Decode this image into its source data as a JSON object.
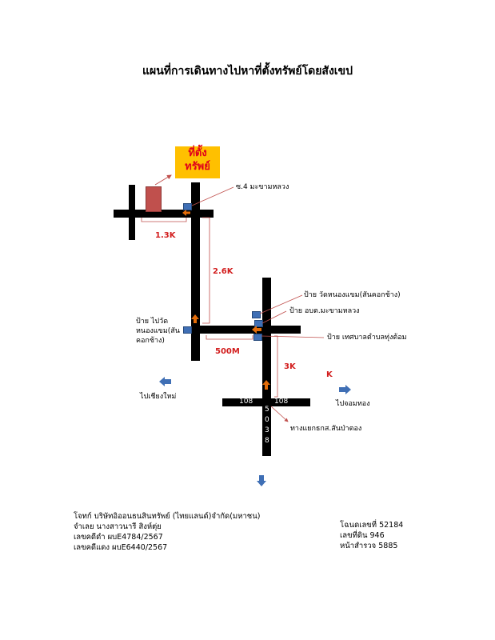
{
  "title": "แผนที่การเดินทางไปหาที่ตั้งทรัพย์โดยสังเขป",
  "property_marker": {
    "line1": "ที่ตั้ง",
    "line2": "ทรัพย์"
  },
  "labels": {
    "soi4": "ซ.4 มะขามหลวง",
    "sign_wat_left_1": "ป้าย ไปวัด",
    "sign_wat_left_2": "หนองแขม(สัน",
    "sign_wat_left_3": "คอกช้าง)",
    "sign_wat_right": "ป้าย วัดหนองแขม(สันคอกช้าง)",
    "sign_obt": "ป้าย อบต.มะขามหลวง",
    "sign_municipality": "ป้าย เทศบาลตำบลทุ่งต้อม",
    "to_chiangmai": "ไปเชียงใหม่",
    "to_chomthong": "ไปจอมทอง",
    "junction": "ทางแยกธกส.สันป่าตอง",
    "k": "K"
  },
  "distances": {
    "d1": "1.3K",
    "d2": "2.6K",
    "d3": "500M",
    "d4": "3K"
  },
  "roads": {
    "hw_left": "108",
    "hw_right": "108",
    "route_digits": [
      "5",
      "0",
      "3",
      "8"
    ]
  },
  "footer_left": [
    "โจทก์ บริษัทอิออนธนสินทรัพย์ (ไทยแลนด์)จำกัด(มหาชน)",
    "จำเลย นางสาวนารี สิงห์ตุ่ย",
    "เลขคดีดำ ผบE4784/2567",
    "เลขคดีแดง ผบE6440/2567"
  ],
  "footer_right": [
    "โฉนดเลขที่ 52184",
    "เลขที่ดิน  946",
    "หน้าสำรวจ 5885"
  ],
  "colors": {
    "road": "#000000",
    "sign": "#3f6fb5",
    "arrow": "#e36c09",
    "accent": "#d21d1d",
    "marker_bg": "#ffc000",
    "building": "#c0504d",
    "leader": "#c0504d"
  }
}
